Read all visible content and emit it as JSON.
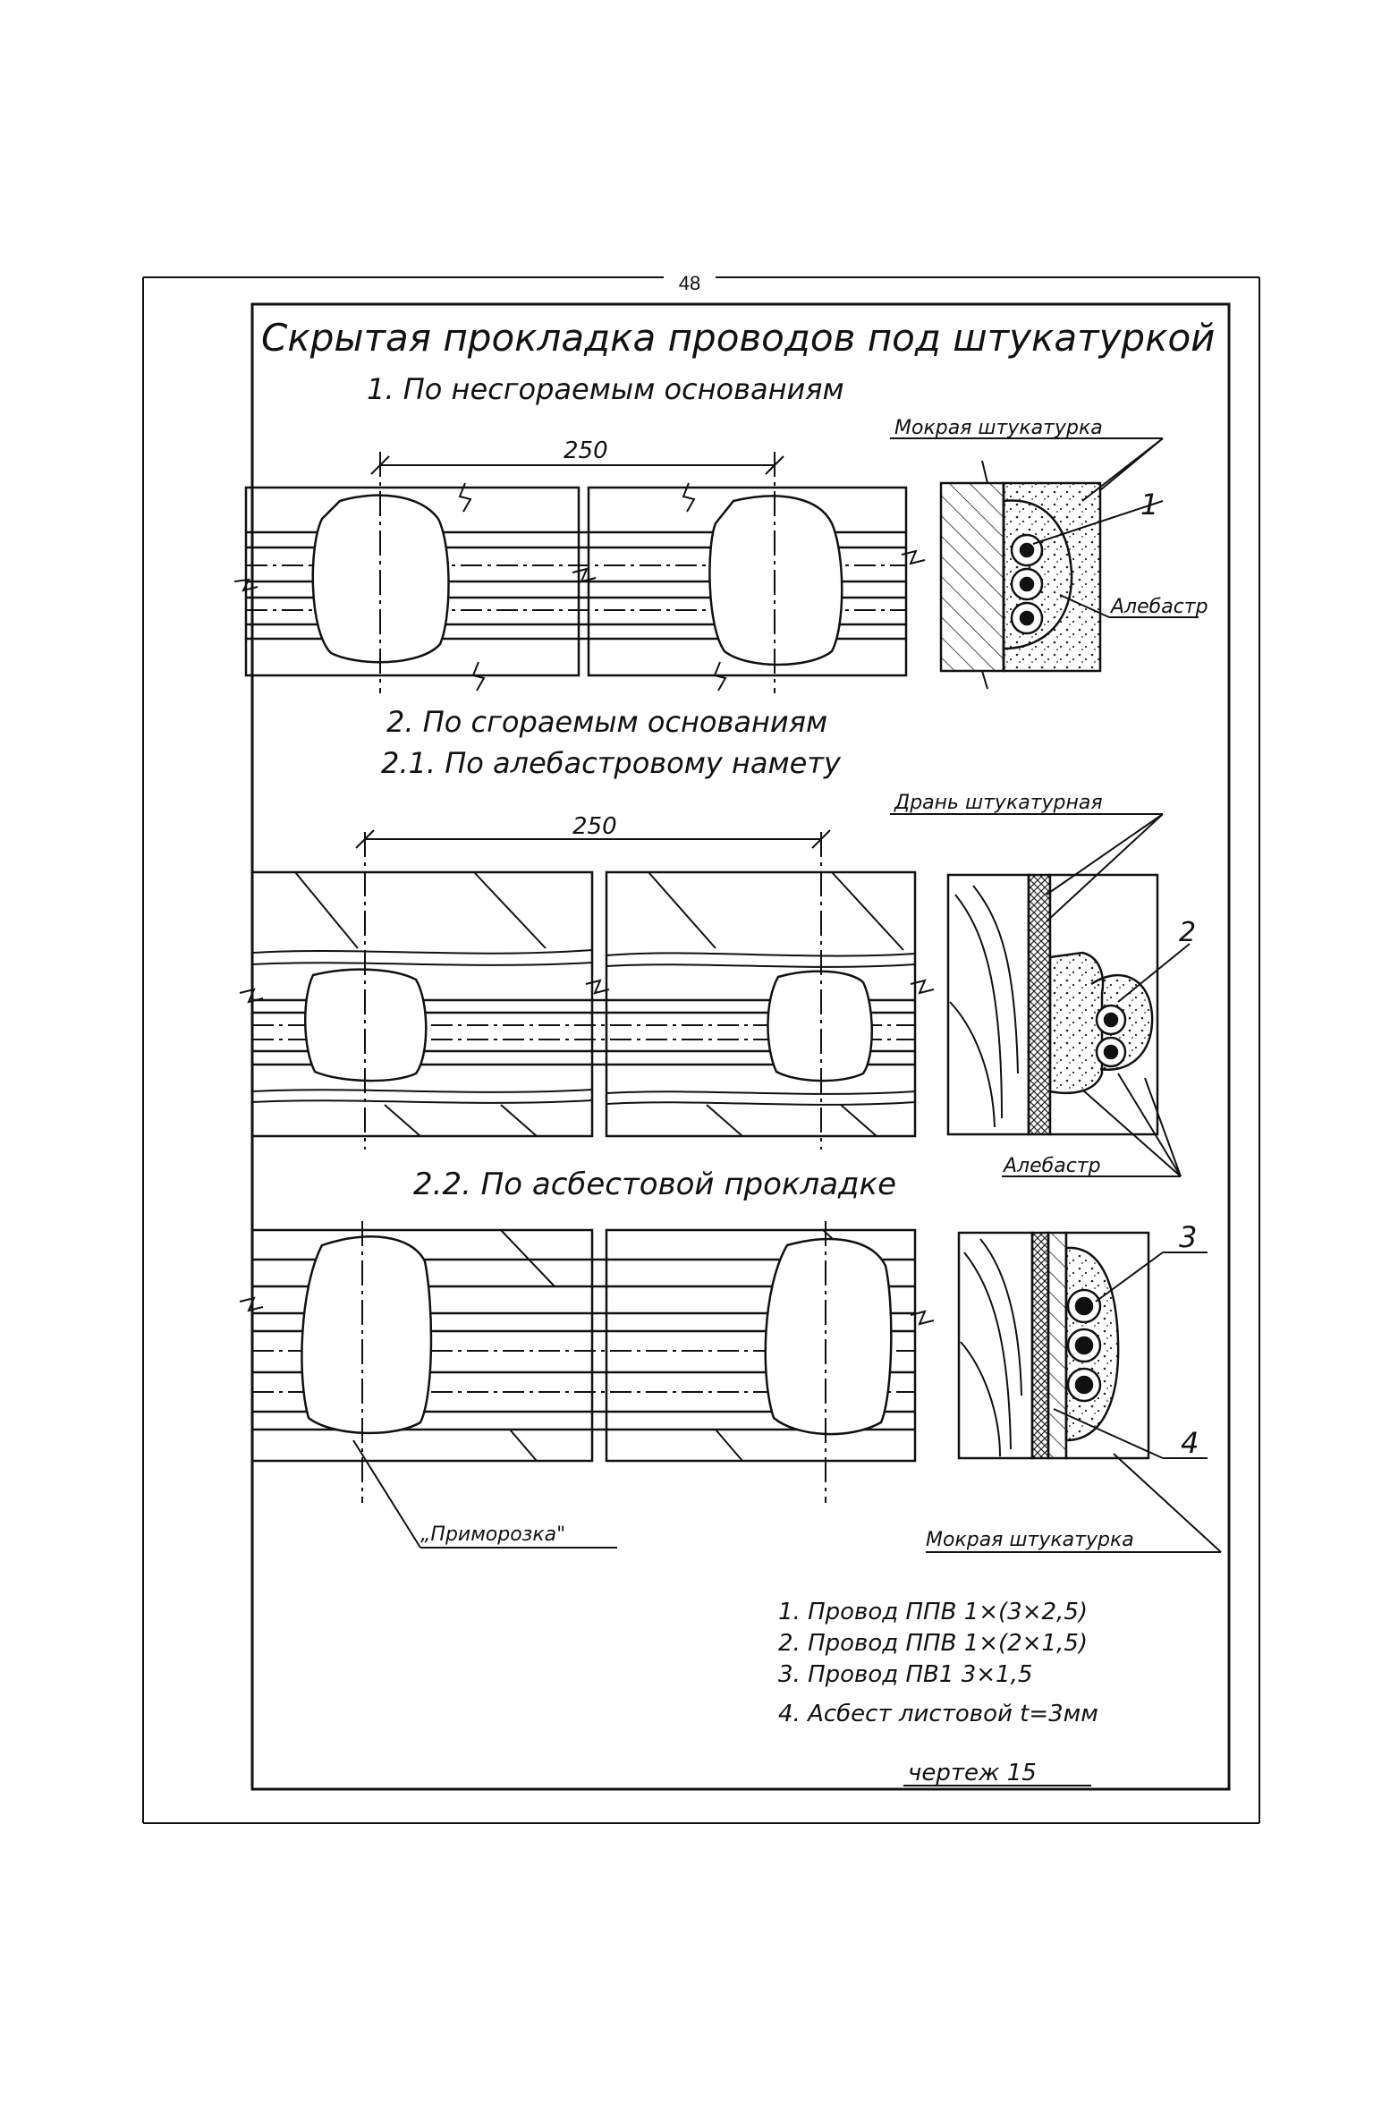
{
  "page_number": "48",
  "title": "Скрытая прокладка проводов под штукатуркой",
  "sections": {
    "s1": "1. По несгораемым основаниям",
    "s2": "2. По сгораемым основаниям",
    "s21": "2.1. По алебастровому намету",
    "s22": "2.2. По асбестовой прокладке"
  },
  "dimensions": {
    "d1": "250",
    "d2": "250"
  },
  "callouts": {
    "wet_plaster_top": "Мокрая штукатурка",
    "alabaster_1": "Алебастр",
    "lath": "Дрань штукатурная",
    "alabaster_2": "Алебастр",
    "frost": "„Приморозка\"",
    "wet_plaster_bottom": "Мокрая штукатурка",
    "n1": "1",
    "n2": "2",
    "n3": "3",
    "n4": "4"
  },
  "legend": [
    "1. Провод ППВ 1×(3×2,5)",
    "2. Провод ППВ 1×(2×1,5)",
    "3. Провод ПВ1 3×1,5",
    "4. Асбест листовой t=3мм"
  ],
  "drawing_label": "чертеж 15"
}
